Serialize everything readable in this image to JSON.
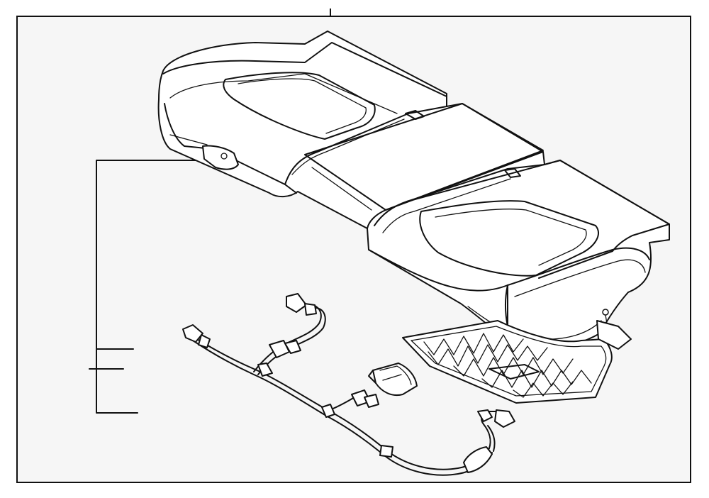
{
  "diagram": {
    "type": "exploded-parts-illustration",
    "background_color": "#f6f6f6",
    "line_color": "#111111",
    "parts": [
      "rear-seat-cushion",
      "seat-heater-element",
      "seat-heater-control-module",
      "seat-wiring-harness"
    ],
    "callout_count": 3
  }
}
